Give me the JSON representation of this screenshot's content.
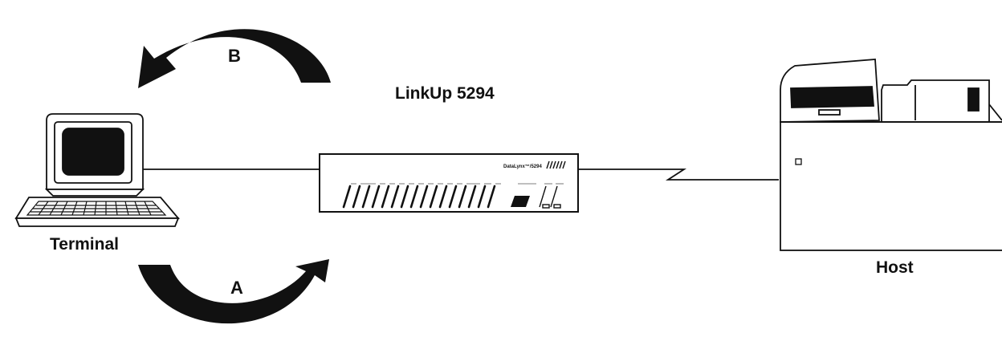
{
  "labels": {
    "device": "LinkUp 5294",
    "terminal": "Terminal",
    "host": "Host",
    "arrow_b": "B",
    "arrow_a": "A",
    "brand": "DataLynx™/5294"
  },
  "colors": {
    "ink": "#111111",
    "background": "#ffffff"
  }
}
